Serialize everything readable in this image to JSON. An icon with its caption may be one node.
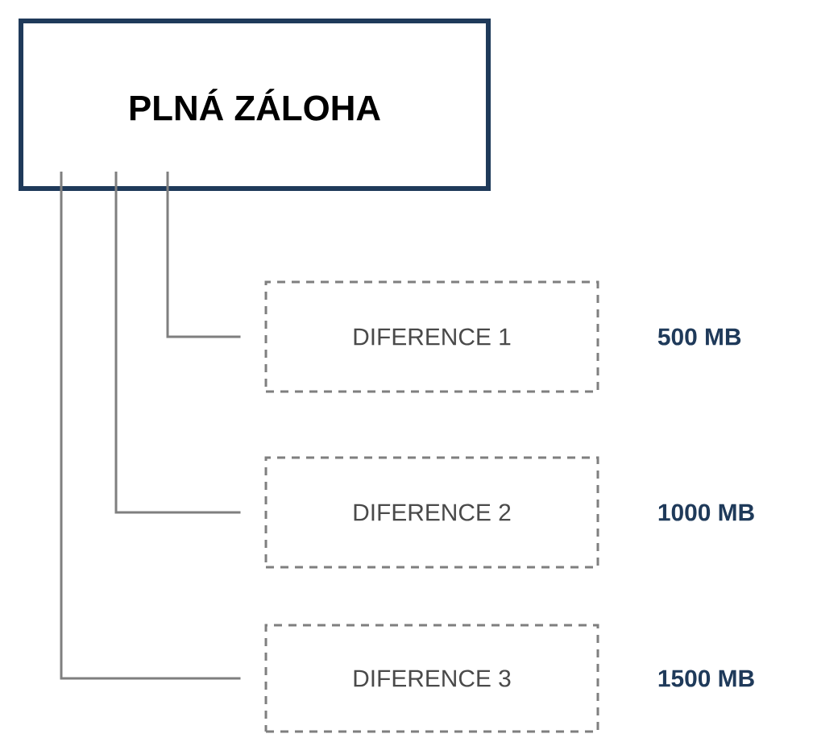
{
  "diagram": {
    "nodes": [
      {
        "text": [
          "PLNÁ ZÁLOHA"
        ]
      },
      {
        "text": [
          "DIFERENCE 1"
        ],
        "beside": [
          "500 MB"
        ]
      },
      {
        "text": [
          "DIFERENCE 2"
        ],
        "beside": [
          "1000 MB"
        ]
      },
      {
        "text": [
          "DIFERENCE 3"
        ],
        "beside": [
          "1500 MB"
        ]
      }
    ],
    "edges": [
      {
        "from": 0,
        "to": 1,
        "arrow": "none"
      },
      {
        "from": 0,
        "to": 2,
        "arrow": "none"
      },
      {
        "from": 0,
        "to": 3,
        "arrow": "none"
      }
    ]
  }
}
